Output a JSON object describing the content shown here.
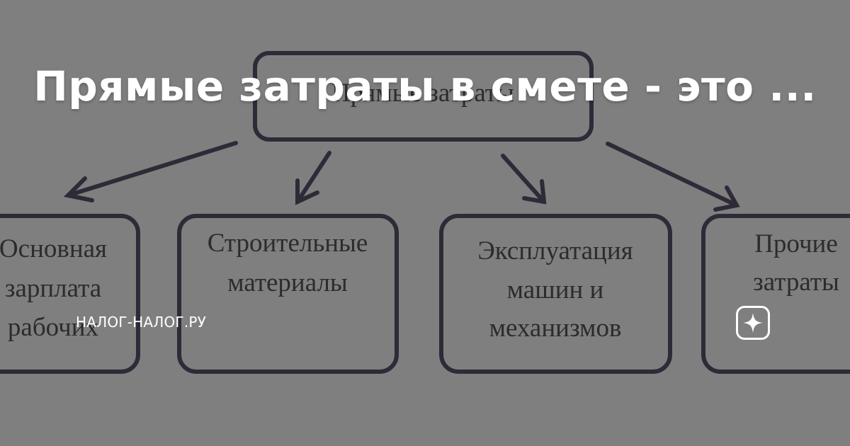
{
  "headline": "Прямые затраты в смете - это ...",
  "source_label": "НАЛОГ-НАЛОГ.РУ",
  "badge_icon": "sparkle-star-icon",
  "diagram": {
    "top_box_text": "Прямые затраты",
    "boxes": [
      {
        "lines": [
          "Основная",
          "зарплата",
          "рабочих"
        ]
      },
      {
        "lines": [
          "Строительные",
          "материалы"
        ]
      },
      {
        "lines": [
          "Эксплуатация",
          "машин и",
          "механизмов"
        ]
      },
      {
        "lines": [
          "Прочие",
          "затраты"
        ]
      }
    ]
  },
  "colors": {
    "background": "#7f7f7f",
    "diagram_stroke": "#2f2a38",
    "text": "#ffffff"
  }
}
